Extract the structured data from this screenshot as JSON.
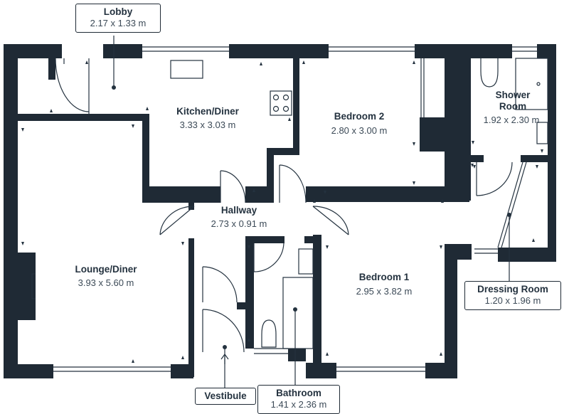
{
  "rooms": {
    "kitchen_diner": {
      "name": "Kitchen/Diner",
      "dims": "3.33 x 3.03 m"
    },
    "bedroom_2": {
      "name": "Bedroom 2",
      "dims": "2.80 x 3.00 m"
    },
    "shower_room": {
      "name_line1": "Shower",
      "name_line2": "Room",
      "dims": "1.92 x 2.30 m"
    },
    "hallway": {
      "name": "Hallway",
      "dims": "2.73 x 0.91 m"
    },
    "lounge_diner": {
      "name": "Lounge/Diner",
      "dims": "3.93 x 5.60 m"
    },
    "bedroom_1": {
      "name": "Bedroom 1",
      "dims": "2.95 x 3.82 m"
    }
  },
  "callouts": {
    "lobby": {
      "name": "Lobby",
      "dims": "2.17 x 1.33 m"
    },
    "dressing_room": {
      "name": "Dressing Room",
      "dims": "1.20 x 1.96 m"
    },
    "vestibule": {
      "name": "Vestibule"
    },
    "bathroom": {
      "name": "Bathroom",
      "dims": "1.41 x 2.36 m"
    }
  },
  "colors": {
    "wall": "#1f2a35",
    "line": "#24323f",
    "text": "#24323f"
  }
}
